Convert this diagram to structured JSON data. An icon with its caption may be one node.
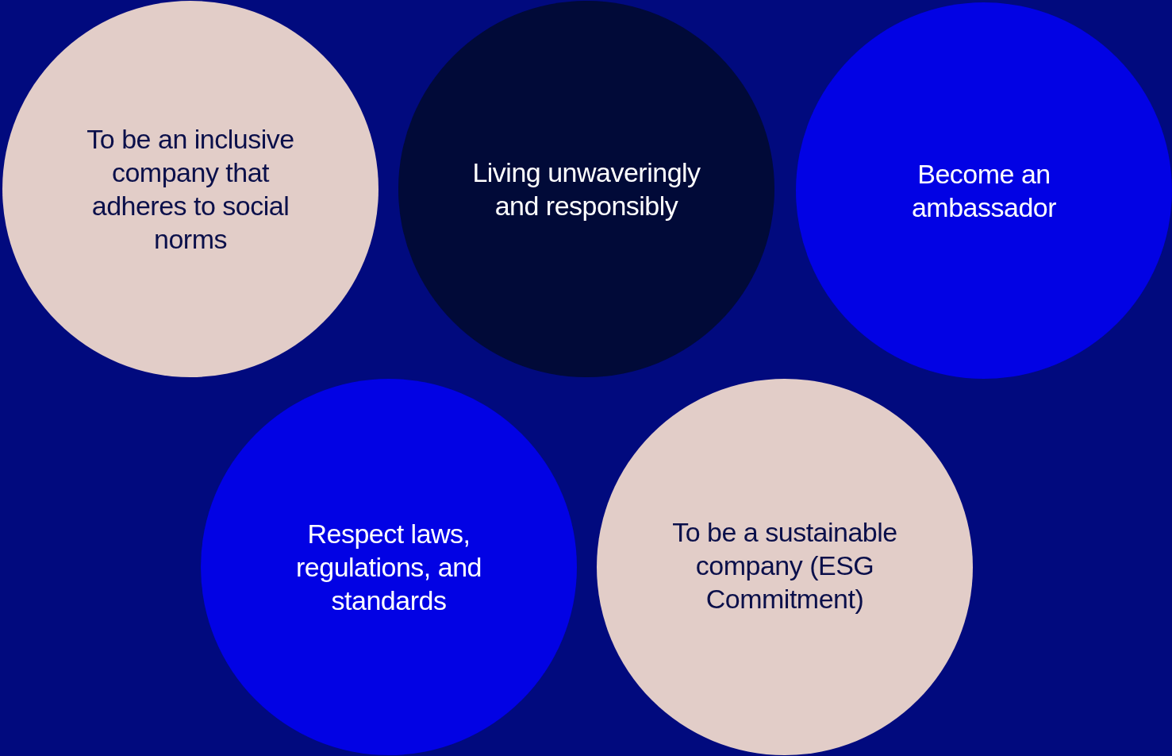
{
  "diagram": {
    "nodes": [
      {
        "text": [
          "To be an inclusive company that adheres to social norms"
        ]
      },
      {
        "text": [
          "Living unwaveringly and responsibly"
        ]
      },
      {
        "text": [
          "Become an ambassador"
        ]
      },
      {
        "text": [
          "Respect laws, regulations, and standards"
        ]
      },
      {
        "text": [
          "To be a sustainable company (ESG Commitment)"
        ]
      }
    ]
  }
}
